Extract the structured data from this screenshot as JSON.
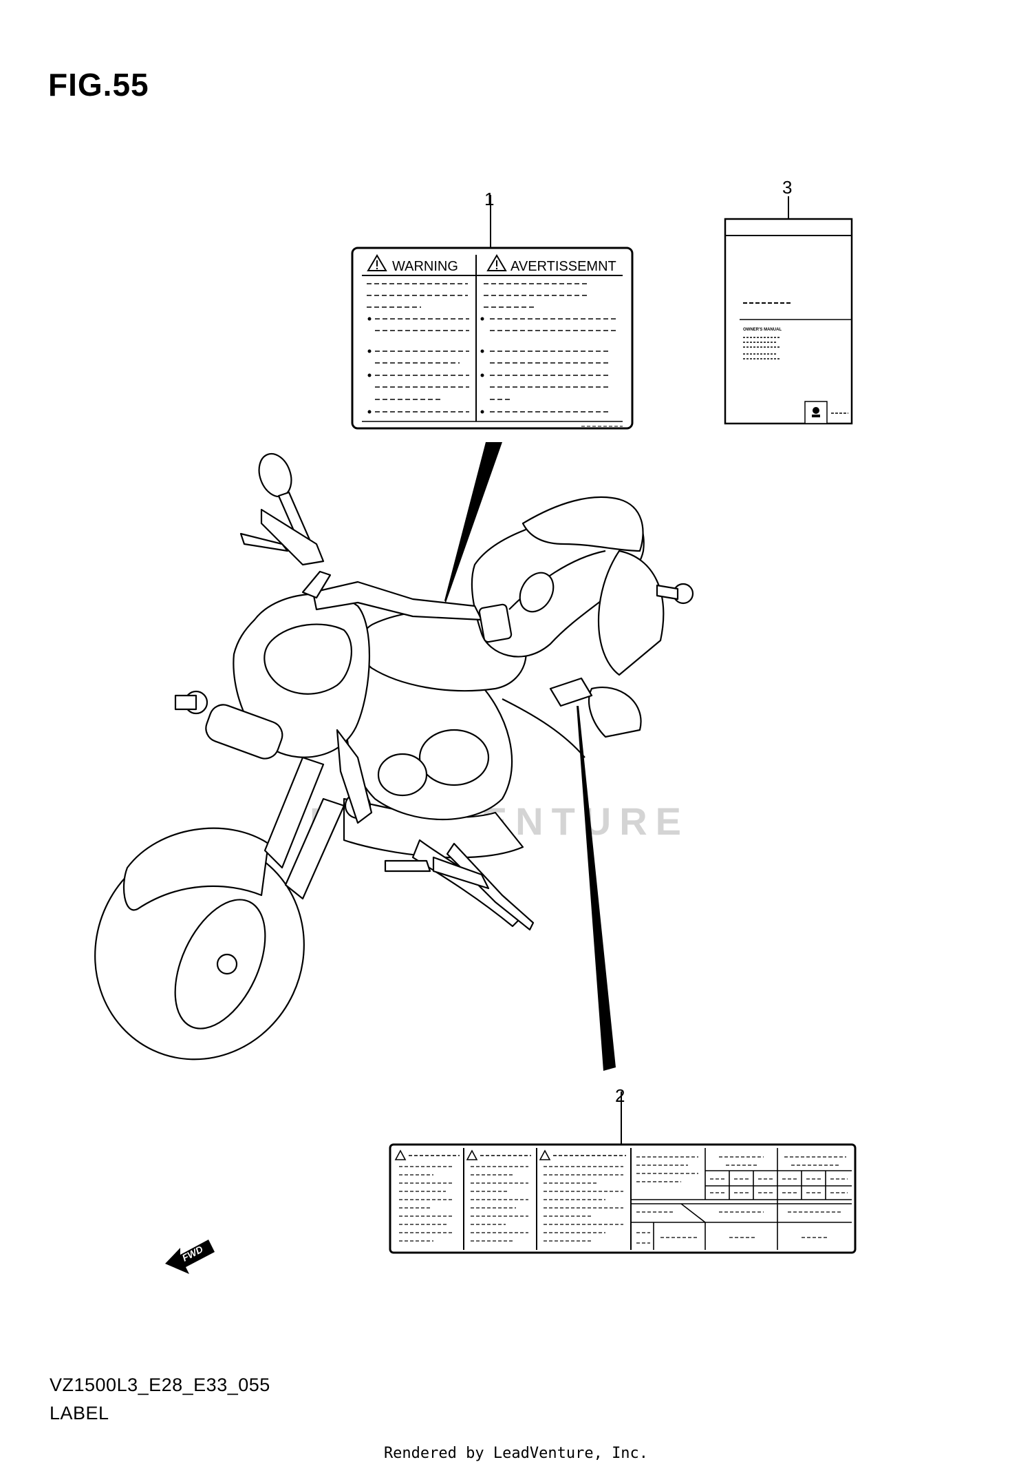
{
  "figure": {
    "title": "FIG.55"
  },
  "callouts": [
    "1",
    "2",
    "3"
  ],
  "label_1": {
    "left_heading": "WARNING",
    "right_heading": "AVERTISSEMNT"
  },
  "label_3": {
    "caption": "OWNER'S MANUAL"
  },
  "arrow": {
    "text": "FWD"
  },
  "watermark": "LEADVENTURE",
  "footer": {
    "model_code": "VZ1500L3_E28_E33_055",
    "section": "LABEL",
    "credit": "Rendered by LeadVenture, Inc."
  }
}
